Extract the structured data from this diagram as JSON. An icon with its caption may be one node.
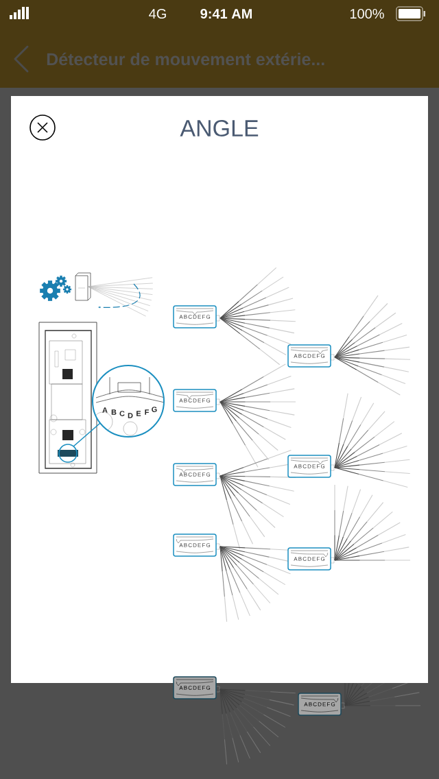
{
  "diagram": {
    "title": "ANGLE",
    "nodes": [
      {
        "text": [
          "ABCDEFG"
        ]
      },
      {
        "text": [
          "ABCDEFG"
        ]
      },
      {
        "text": [
          "ABCDEFG"
        ]
      },
      {
        "text": [
          "ABCDEFG"
        ]
      },
      {
        "text": [
          "ABCDEFG"
        ]
      },
      {
        "text": [
          "ABCDEFG"
        ]
      },
      {
        "text": [
          "ABCDEFG"
        ]
      },
      {
        "text": [
          "ABCDEFG"
        ]
      },
      {
        "text": [
          "ABCDEFG"
        ]
      }
    ],
    "labels": [
      "4G",
      "9:41 AM",
      "100%",
      "Détecteur de mouvement extérie...",
      "A",
      "B",
      "C",
      "D",
      "E",
      "F",
      "G"
    ]
  }
}
